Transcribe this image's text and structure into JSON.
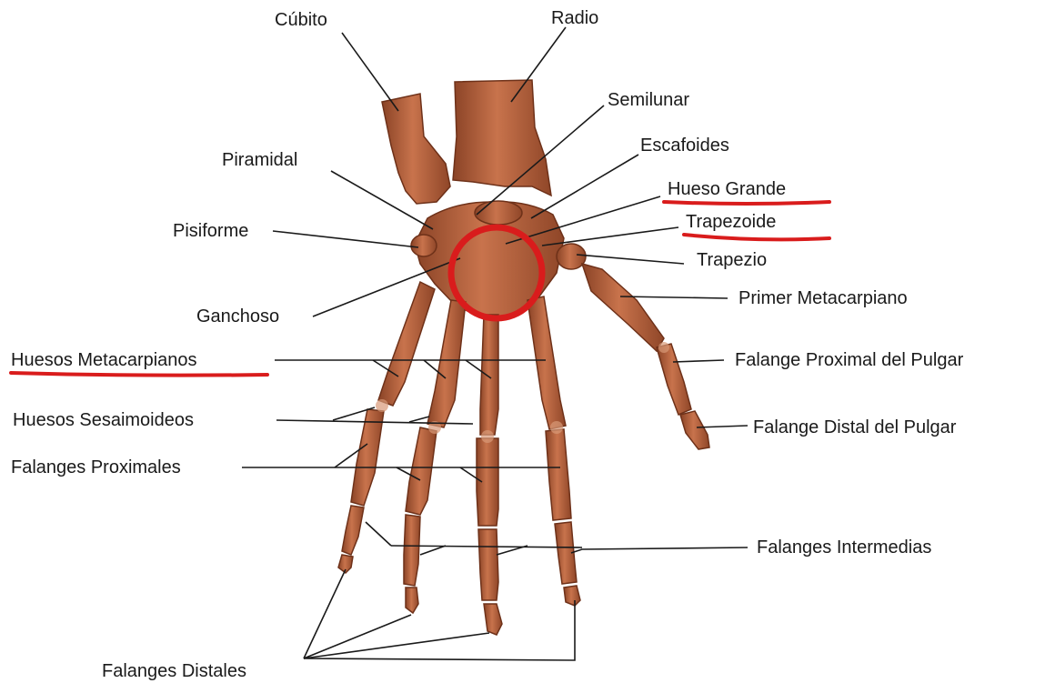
{
  "labels": {
    "cubito": "Cúbito",
    "radio": "Radio",
    "semilunar": "Semilunar",
    "escafoides": "Escafoides",
    "piramidal": "Piramidal",
    "hueso_grande": "Hueso Grande",
    "trapezoide": "Trapezoide",
    "pisiforme": "Pisiforme",
    "trapezio": "Trapezio",
    "ganchoso": "Ganchoso",
    "primer_metacarpiano": "Primer Metacarpiano",
    "huesos_metacarpianos": "Huesos Metacarpianos",
    "falange_proximal_pulgar": "Falange Proximal del Pulgar",
    "huesos_sesaimoideos": "Huesos Sesaimoideos",
    "falange_distal_pulgar": "Falange Distal del Pulgar",
    "falanges_proximales": "Falanges Proximales",
    "falanges_intermedias": "Falanges Intermedias",
    "falanges_distales": "Falanges Distales"
  },
  "colors": {
    "bone_fill": "#b5613f",
    "bone_dark": "#7a3a22",
    "bone_light": "#d99a78",
    "leader_line": "#1a1a1a",
    "highlight": "#d91c1c"
  },
  "highlighted_labels": [
    "hueso_grande",
    "trapezoide",
    "huesos_metacarpianos"
  ],
  "circled_region": "carpal-bones-center"
}
